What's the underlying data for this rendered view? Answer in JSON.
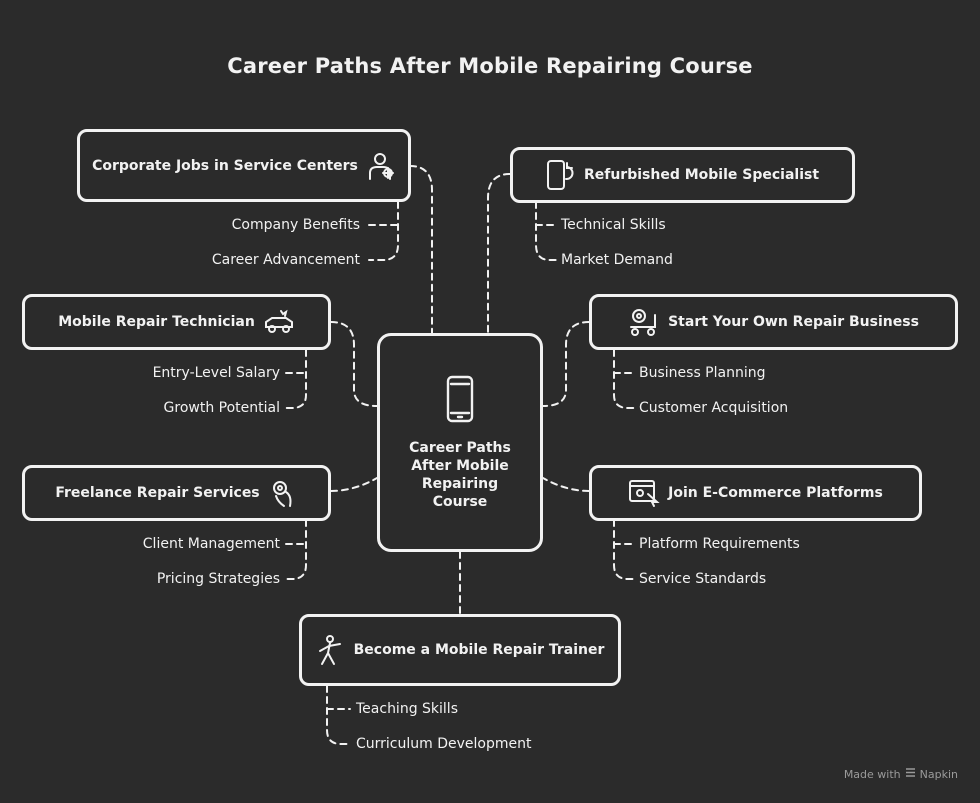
{
  "title": "Career Paths After Mobile Repairing Course",
  "center": {
    "label": "Career Paths After Mobile Repairing Course",
    "icon": "smartphone-icon"
  },
  "branches": {
    "corporate": {
      "label": "Corporate Jobs in Service Centers",
      "icon": "service-worker-icon",
      "items": [
        "Company Benefits",
        "Career Advancement"
      ]
    },
    "technician": {
      "label": "Mobile Repair Technician",
      "icon": "repair-vehicle-icon",
      "items": [
        "Entry-Level Salary",
        "Growth Potential"
      ]
    },
    "freelance": {
      "label": "Freelance Repair Services",
      "icon": "hand-gear-icon",
      "items": [
        "Client Management",
        "Pricing Strategies"
      ]
    },
    "refurbished": {
      "label": "Refurbished Mobile Specialist",
      "icon": "phone-refresh-icon",
      "items": [
        "Technical Skills",
        "Market Demand"
      ]
    },
    "business": {
      "label": "Start Your Own Repair Business",
      "icon": "cart-gear-icon",
      "items": [
        "Business Planning",
        "Customer Acquisition"
      ]
    },
    "ecommerce": {
      "label": "Join E-Commerce Platforms",
      "icon": "browser-cursor-icon",
      "items": [
        "Platform Requirements",
        "Service Standards"
      ]
    },
    "trainer": {
      "label": "Become a Mobile Repair Trainer",
      "icon": "trainer-icon",
      "items": [
        "Teaching Skills",
        "Curriculum Development"
      ]
    }
  },
  "footer": {
    "made_with": "Made with",
    "brand": "Napkin"
  },
  "colors": {
    "background": "#2b2b2b",
    "foreground": "#f2f2f2",
    "muted": "#9a9a9a"
  }
}
